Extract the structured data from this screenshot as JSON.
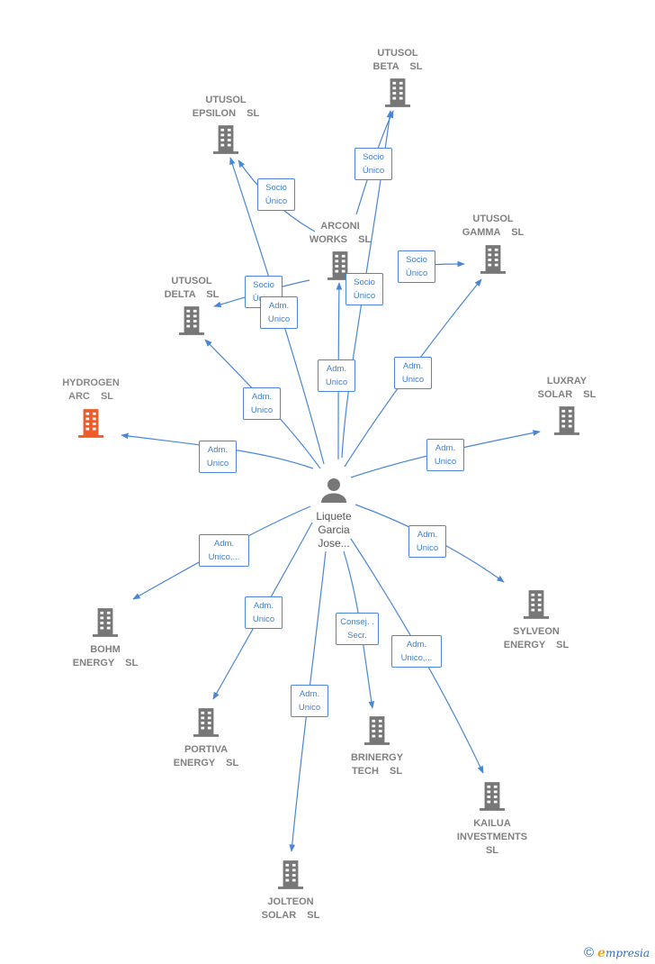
{
  "companies": [
    {
      "id": "utusol-beta",
      "lines": [
        "UTUSOL",
        "BETA  SL"
      ],
      "color": "#777777"
    },
    {
      "id": "utusol-epsilon",
      "lines": [
        "UTUSOL",
        "EPSILON  SL"
      ],
      "color": "#777777"
    },
    {
      "id": "arconi-works",
      "lines": [
        "ARCONI",
        "WORKS  SL"
      ],
      "color": "#777777"
    },
    {
      "id": "utusol-gamma",
      "lines": [
        "UTUSOL",
        "GAMMA  SL"
      ],
      "color": "#777777"
    },
    {
      "id": "utusol-delta",
      "lines": [
        "UTUSOL",
        "DELTA  SL"
      ],
      "color": "#777777"
    },
    {
      "id": "hydrogen-arc",
      "lines": [
        "HYDROGEN",
        "ARC  SL"
      ],
      "color": "#f05a28"
    },
    {
      "id": "luxray-solar",
      "lines": [
        "LUXRAY",
        "SOLAR  SL"
      ],
      "color": "#777777"
    },
    {
      "id": "sylveon-energy",
      "lines": [
        "SYLVEON",
        "ENERGY  SL"
      ],
      "color": "#777777"
    },
    {
      "id": "bohm-energy",
      "lines": [
        "BOHM",
        "ENERGY  SL"
      ],
      "color": "#777777"
    },
    {
      "id": "portiva-energy",
      "lines": [
        "PORTIVA",
        "ENERGY  SL"
      ],
      "color": "#777777"
    },
    {
      "id": "brinergy-tech",
      "lines": [
        "BRINERGY",
        "TECH  SL"
      ],
      "color": "#777777"
    },
    {
      "id": "kailua-investments",
      "lines": [
        "KAILUA",
        "INVESTMENTS",
        "SL"
      ],
      "color": "#777777"
    },
    {
      "id": "jolteon-solar",
      "lines": [
        "JOLTEON",
        "SOLAR  SL"
      ],
      "color": "#777777"
    }
  ],
  "person": {
    "lines": [
      "Liquete",
      "Garcia",
      "Jose..."
    ],
    "color": "#777777"
  },
  "edges": [
    {
      "id": "e1",
      "lines": [
        "Socio",
        "Único"
      ]
    },
    {
      "id": "e2",
      "lines": [
        "Socio",
        "Único"
      ]
    },
    {
      "id": "e3",
      "lines": [
        "Socio",
        "Único"
      ]
    },
    {
      "id": "e4",
      "lines": [
        "Socio",
        "Único"
      ]
    },
    {
      "id": "e5",
      "lines": [
        "Socio",
        "Único"
      ]
    },
    {
      "id": "e6",
      "lines": [
        "Adm.",
        "Unico"
      ]
    },
    {
      "id": "e7",
      "lines": [
        "Adm.",
        "Unico"
      ]
    },
    {
      "id": "e8",
      "lines": [
        "Adm.",
        "Unico"
      ]
    },
    {
      "id": "e9",
      "lines": [
        "Adm.",
        "Unico"
      ]
    },
    {
      "id": "e10",
      "lines": [
        "Adm.",
        "Unico"
      ]
    },
    {
      "id": "e11",
      "lines": [
        "Adm.",
        "Unico"
      ]
    },
    {
      "id": "e12",
      "lines": [
        "Adm.",
        "Unico,..."
      ]
    },
    {
      "id": "e13",
      "lines": [
        "Adm.",
        "Unico"
      ]
    },
    {
      "id": "e14",
      "lines": [
        "Adm.",
        "Unico"
      ]
    },
    {
      "id": "e15",
      "lines": [
        "Consej. .",
        "Secr."
      ]
    },
    {
      "id": "e16",
      "lines": [
        "Adm.",
        "Unico,..."
      ]
    },
    {
      "id": "e17",
      "lines": [
        "Adm.",
        "Unico"
      ]
    }
  ],
  "line_color": "#4a86d4",
  "brand": {
    "copyright": "©",
    "e": "e",
    "rest": "mpresia"
  }
}
